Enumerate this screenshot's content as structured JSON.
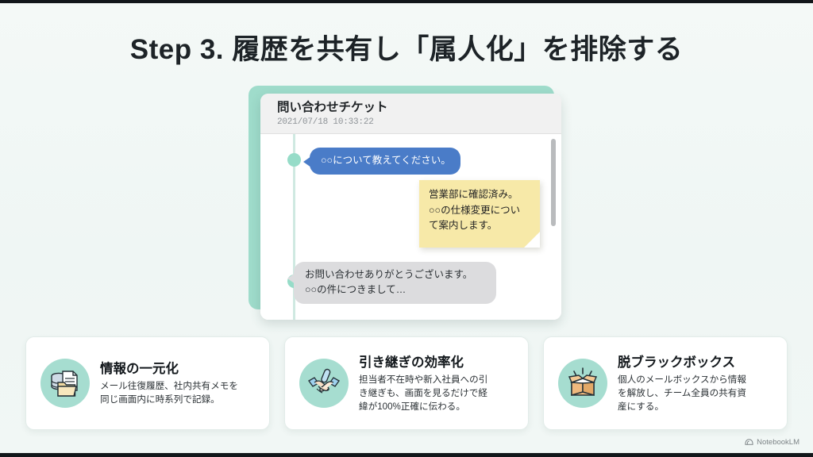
{
  "slide": {
    "title": "Step 3. 履歴を共有し「属人化」を排除する",
    "background_color": "#f1f7f5",
    "accent_color": "#9fdccb"
  },
  "ticket": {
    "title": "問い合わせチケット",
    "timestamp": "2021/07/18 10:33:22",
    "messages": [
      {
        "id": "customer-question",
        "role": "customer",
        "text": "○○について教えてください。",
        "bubble_color": "#4a7cc8",
        "text_color": "#ffffff"
      },
      {
        "id": "internal-note",
        "role": "internal-note",
        "line1": "営業部に確認済み。",
        "line2": "○○の仕様変更につい",
        "line3": "て案内します。",
        "bubble_color": "#f7e9a8"
      },
      {
        "id": "agent-reply",
        "role": "agent",
        "line1": "お問い合わせありがとうございます。",
        "line2": "○○の件につきまして…",
        "bubble_color": "#dcdcde"
      }
    ],
    "scrollbar_color": "#b9bbbd"
  },
  "features": [
    {
      "icon": "database-folder-document-icon",
      "heading": "情報の一元化",
      "desc_line1": "メール往復履歴、社内共有メモを",
      "desc_line2": "同じ画面内に時系列で記録。"
    },
    {
      "icon": "handshake-baton-icon",
      "heading": "引き継ぎの効率化",
      "desc_line1": "担当者不在時や新入社員への引",
      "desc_line2": "き継ぎも、画面を見るだけで経",
      "desc_line3": "緯が100%正確に伝わる。"
    },
    {
      "icon": "open-box-icon",
      "heading": "脱ブラックボックス",
      "desc_line1": "個人のメールボックスから情報",
      "desc_line2": "を解放し、チーム全員の共有資",
      "desc_line3": "産にする。"
    }
  ],
  "watermark": {
    "icon": "notebooklm-logo-icon",
    "label": "NotebookLM"
  }
}
